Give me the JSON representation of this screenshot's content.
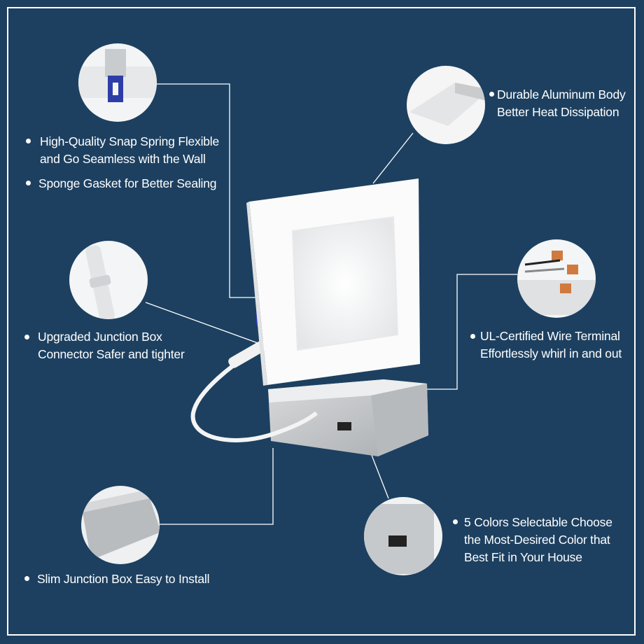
{
  "features": {
    "snap_spring": {
      "line1": "High-Quality Snap Spring Flexible",
      "line2": "and Go Seamless with the Wall",
      "icon": "snap-spring-photo"
    },
    "sponge_gasket": {
      "text": "Sponge Gasket for Better Sealing"
    },
    "junction_connector": {
      "line1": "Upgraded Junction Box",
      "line2": "Connector Safer and tighter",
      "icon": "connector-photo"
    },
    "slim_box": {
      "text": "Slim Junction Box Easy to Install",
      "icon": "junction-box-photo"
    },
    "aluminum_body": {
      "line1": "Durable Aluminum Body",
      "line2": "Better Heat Dissipation",
      "icon": "aluminum-frame-photo"
    },
    "wire_terminal": {
      "line1": "UL-Certified Wire Terminal",
      "line2": "Effortlessly whirl in and out",
      "icon": "wire-terminal-photo"
    },
    "color_select": {
      "line1": "5 Colors Selectable Choose",
      "line2": "the Most-Desired Color that",
      "line3": "Best Fit in Your House",
      "icon": "color-switch-photo"
    }
  },
  "colors": {
    "background": "#1d4060",
    "text": "#ffffff",
    "accent": "#2a3fb0"
  }
}
